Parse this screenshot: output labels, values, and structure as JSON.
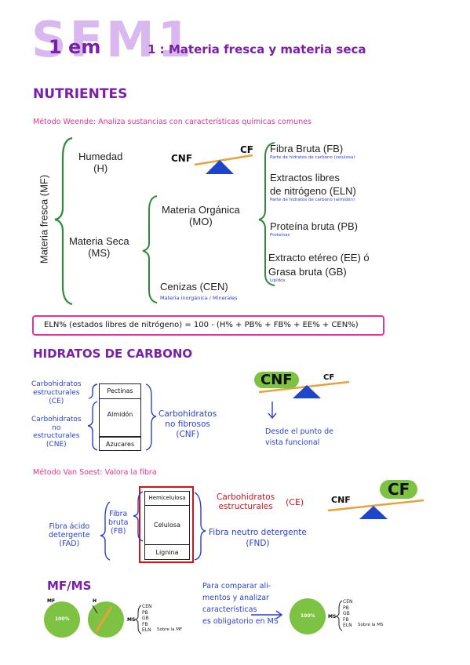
{
  "title": {
    "watermark": "SFM1",
    "session": "1 em",
    "text": "1 : Materia fresca y materia seca"
  },
  "nutrientes": {
    "heading": "NUTRIENTES",
    "weende": "Método Weende: Analiza sustancias con características químicas comunes",
    "mf_label": "Materia fresca (MF)",
    "humedad": [
      "Humedad",
      "(H)"
    ],
    "materia_seca": [
      "Materia Seca",
      "(MS)"
    ],
    "materia_organica": [
      "Materia Orgánica",
      "(MO)"
    ],
    "cenizas": "Cenizas (CEN)",
    "cenizas_note": "Materia inorgánica / Minerales",
    "balance_cnf": "CNF",
    "balance_cf": "CF",
    "fb": "Fibra Bruta (FB)",
    "fb_note": "Parte de hidratos de carbono (celulosa)",
    "eln": [
      "Extractos libres",
      "de nitrógeno (ELN)"
    ],
    "eln_note": "Parte de hidratos de carbono (almidón)",
    "pb": "Proteína bruta (PB)",
    "pb_note": "Proteínas",
    "ee": [
      "Extracto etéreo (EE) ó",
      "Grasa bruta (GB)"
    ],
    "ee_note": "Lípidos",
    "formula": "ELN% (estados libres de nitrógeno) = 100 - (H% + PB% + FB% + EE% + CEN%)"
  },
  "hidratos": {
    "heading": "HIDRATOS DE CARBONO",
    "ce_label": [
      "Carbohidratos",
      "estructurales",
      "(CE)"
    ],
    "cne_label": [
      "Carbohidratos",
      "no",
      "estructurales",
      "(CNE)"
    ],
    "stack": [
      "Pectinas",
      "Almidón",
      "Azucares"
    ],
    "cnf_label": [
      "Carbohidratos",
      "no fibrosos",
      "(CNF)"
    ],
    "balance_cnf": "CNF",
    "balance_cf": "CF",
    "funcional": [
      "Desde el punto de",
      "vista funcional"
    ]
  },
  "van_soest": {
    "heading": "Método Van Soest: Valora la fibra",
    "stack": [
      "Hemicelulosa",
      "Celulosa",
      "Lignina"
    ],
    "ce_red": [
      "Carbohidratos",
      "estructurales"
    ],
    "ce_abbr": "(CE)",
    "fad": [
      "Fibra ácido",
      "detergente",
      "(FAD)"
    ],
    "fb": [
      "Fibra",
      "bruta",
      "(FB)"
    ],
    "fnd": [
      "Fibra neutro detergente",
      "(FND)"
    ],
    "balance_cnf": "CNF",
    "balance_cf": "CF"
  },
  "mfms": {
    "heading": "MF/MS",
    "circle1_tag": "MF",
    "circle1_pct": "100%",
    "circle2_tag": "H",
    "ms_label1": "MS",
    "list1": [
      "CEN",
      "PB",
      "GB",
      "FB",
      "ELN"
    ],
    "sobre_mf": "Sobre la MF",
    "note": [
      "Para comparar ali-",
      "mentos y analizar",
      "características",
      "es obligatorio en MS"
    ],
    "circle3_pct": "100%",
    "ms_label2": "MS",
    "list2": [
      "CEN",
      "PB",
      "GB",
      "FB",
      "ELN"
    ],
    "sobre_ms": "Sobre la MS"
  },
  "colors": {
    "purple": "#7a1fa8",
    "blue": "#2a3fd0",
    "pink": "#e0369a",
    "green": "#7dc242",
    "orange": "#e8a23a",
    "lavender_watermark": "#d9b8f0"
  }
}
